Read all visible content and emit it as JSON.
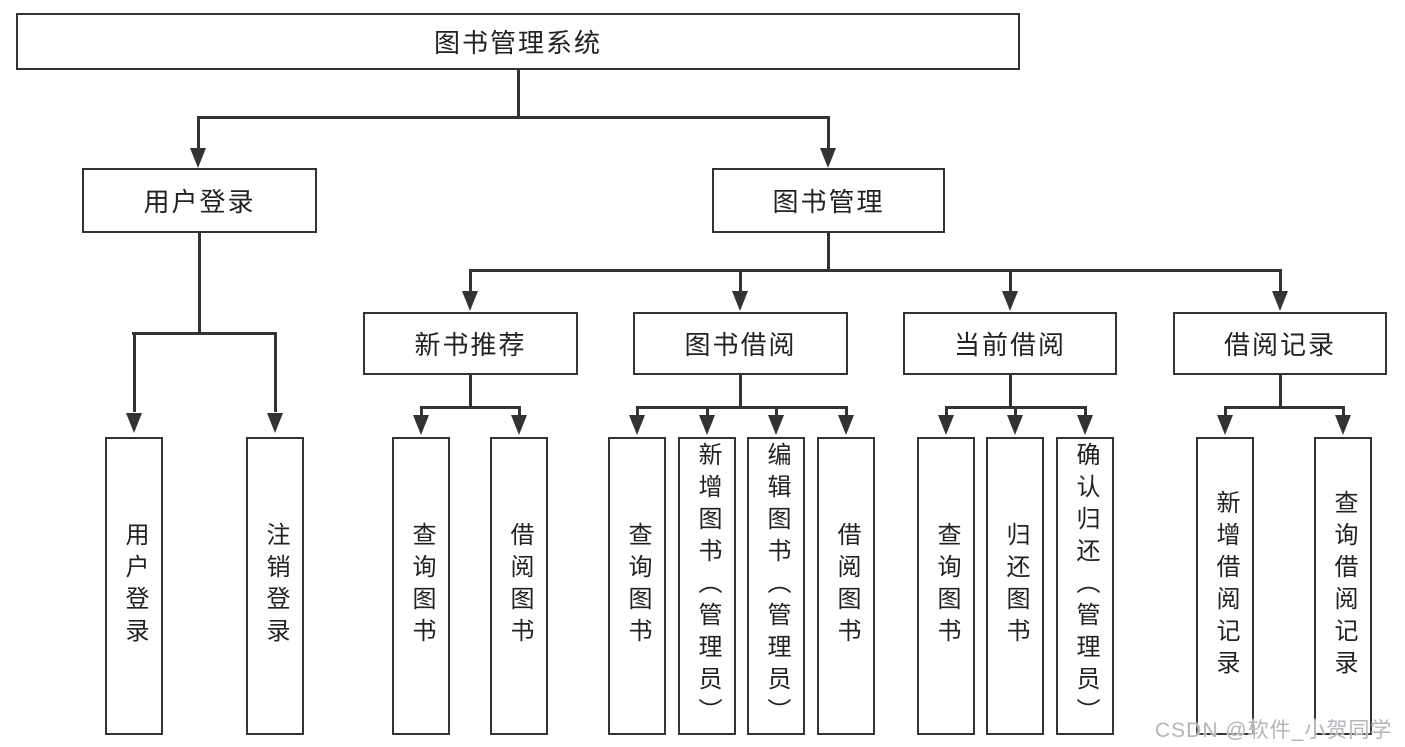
{
  "diagram_title": "图书管理系统",
  "tree": {
    "root": "图书管理系统",
    "branches": [
      {
        "label": "用户登录",
        "leaves": [
          "用户登录",
          "注销登录"
        ]
      },
      {
        "label": "图书管理",
        "children": [
          {
            "label": "新书推荐",
            "leaves": [
              "查询图书",
              "借阅图书"
            ]
          },
          {
            "label": "图书借阅",
            "leaves": [
              "查询图书",
              "新增图书（管理员）",
              "编辑图书（管理员）",
              "借阅图书"
            ]
          },
          {
            "label": "当前借阅",
            "leaves": [
              "查询图书",
              "归还图书",
              "确认归还（管理员）"
            ]
          },
          {
            "label": "借阅记录",
            "leaves": [
              "新增借阅记录",
              "查询借阅记录"
            ]
          }
        ]
      }
    ]
  },
  "watermark": {
    "text": "CSDN @软件_小贺同学",
    "color": "#b4b4ba"
  },
  "colors": {
    "line": "#333333",
    "box_border": "#333333",
    "text": "#222222",
    "background": "#ffffff"
  }
}
